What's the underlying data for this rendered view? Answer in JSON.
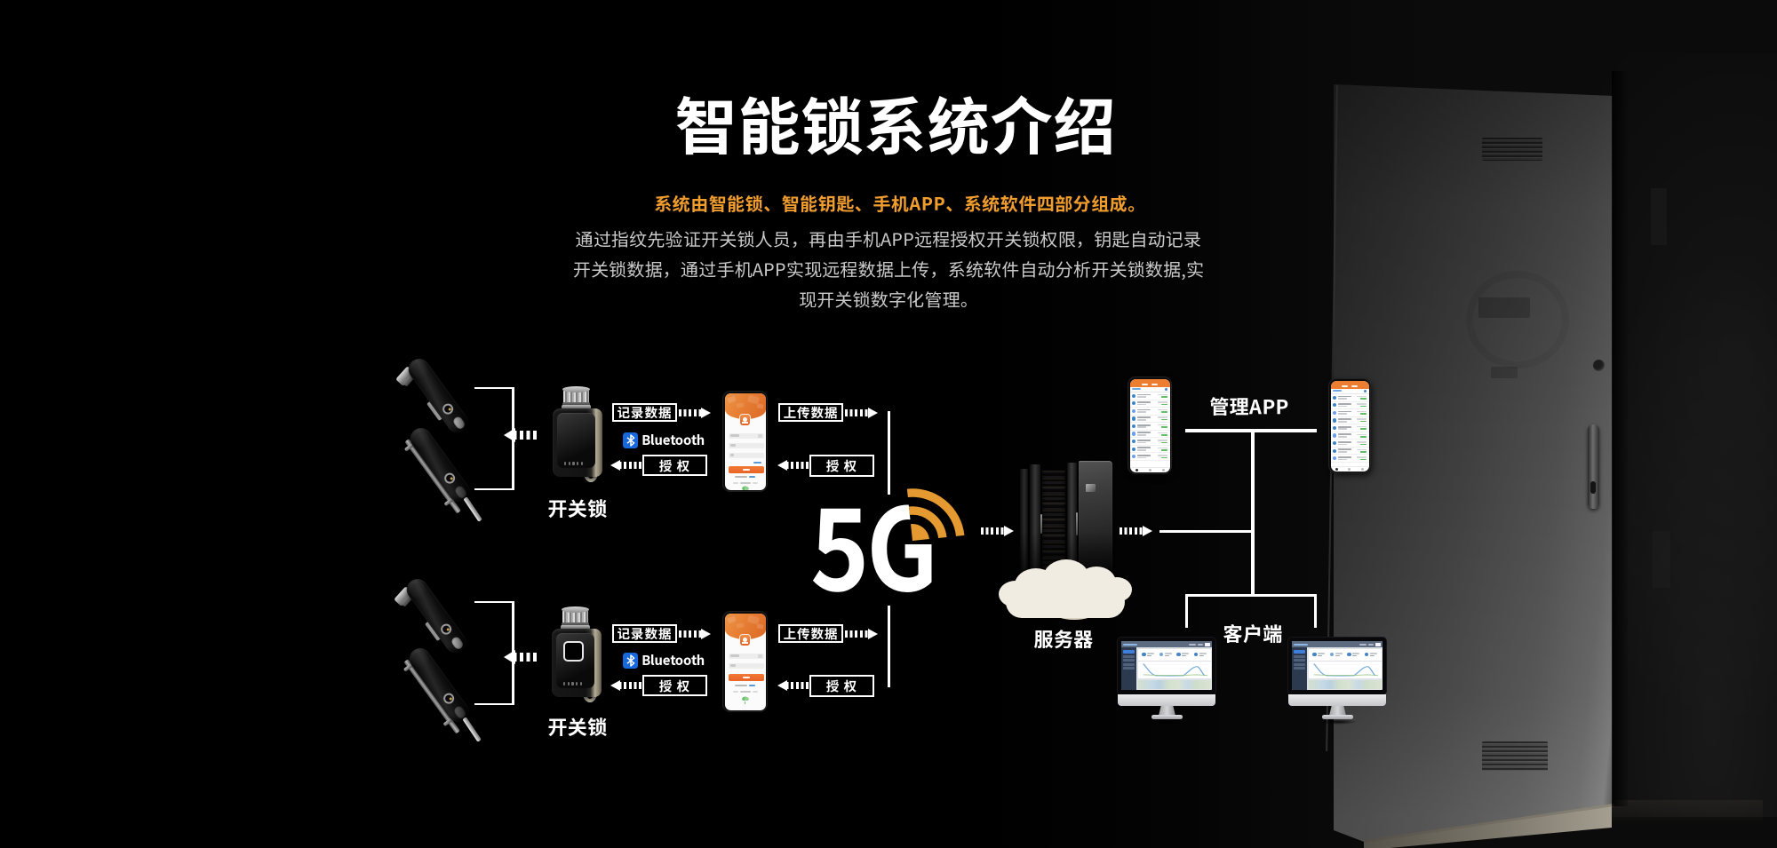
{
  "header": {
    "title": "智能锁系统介绍",
    "subtitle": "系统由智能锁、智能钥匙、手机APP、系统软件四部分组成。",
    "description_lines": [
      "通过指纹先验证开关锁人员，再由手机APP远程授权开关锁权限，钥匙自动记录",
      "开关锁数据，通过手机APP实现远程数据上传，系统软件自动分析开关锁数据,实",
      "现开关锁数字化管理。"
    ]
  },
  "colors": {
    "background": "#000000",
    "accent_orange": "#f09d2e",
    "body_text": "#c9c9c9",
    "diagram_line": "#ffffff",
    "bluetooth_blue": "#1668dd",
    "app_orange": "#ed7d31",
    "status_green": "#5fbf62"
  },
  "diagram": {
    "row_top": {
      "lock_group_label": "开关锁",
      "record_data_label": "记录数据",
      "bluetooth_label": "Bluetooth",
      "authorize_left_label": "授 权",
      "upload_data_label": "上传数据",
      "authorize_right_label": "授 权"
    },
    "row_bottom": {
      "lock_group_label": "开关锁",
      "record_data_label": "记录数据",
      "bluetooth_label": "Bluetooth",
      "authorize_left_label": "授 权",
      "upload_data_label": "上传数据",
      "authorize_right_label": "授 权"
    },
    "hub_label": "5G",
    "server_label": "服务器",
    "admin_app_label": "管理APP",
    "client_label": "客户端"
  }
}
